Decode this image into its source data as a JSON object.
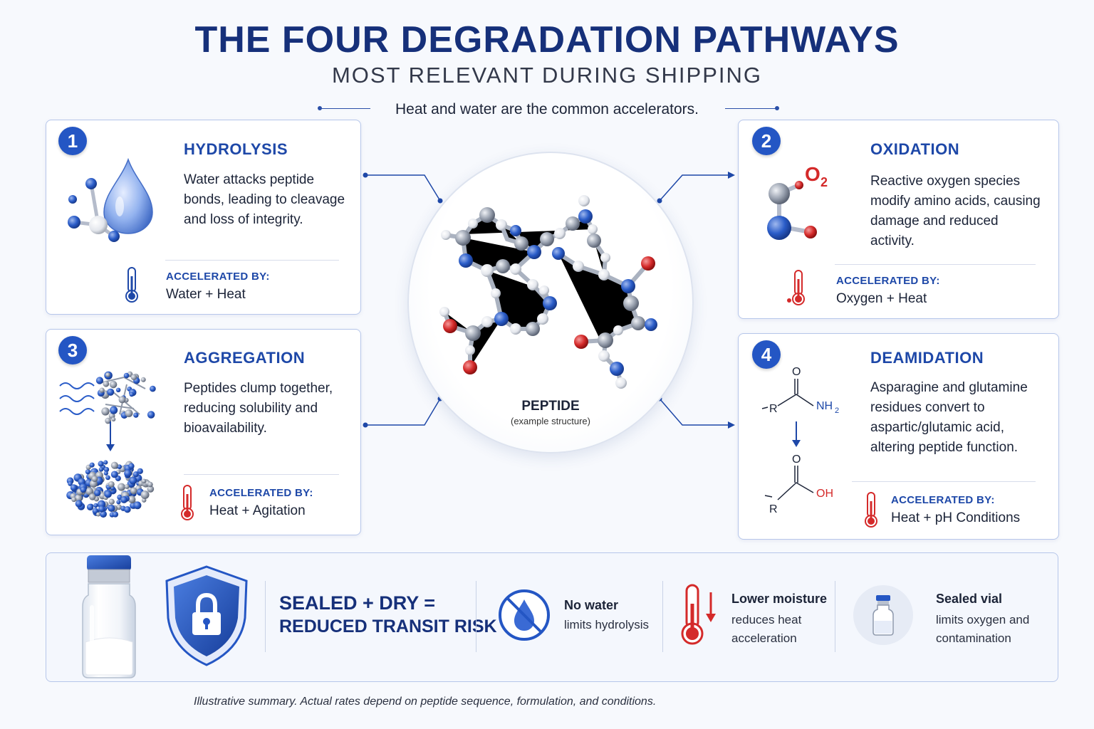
{
  "header": {
    "title": "THE FOUR DEGRADATION PATHWAYS",
    "subtitle": "MOST RELEVANT DURING SHIPPING",
    "tagline": "Heat and water are the common accelerators."
  },
  "pathways": [
    {
      "number": "1",
      "title": "HYDROLYSIS",
      "description": "Water attacks peptide bonds, leading to cleavage and loss of integrity.",
      "accelerated_label": "ACCELERATED BY:",
      "accelerated_value": "Water + Heat",
      "thermometer_color": "#1e48a8",
      "icon": "water-drop-molecule-icon"
    },
    {
      "number": "2",
      "title": "OXIDATION",
      "description": "Reactive oxygen species modify amino acids, causing damage and reduced activity.",
      "accelerated_label": "ACCELERATED BY:",
      "accelerated_value": "Oxygen + Heat",
      "thermometer_color": "#d42a2a",
      "icon": "oxygen-molecule-icon",
      "formula": "O",
      "formula_sub": "2"
    },
    {
      "number": "3",
      "title": "AGGREGATION",
      "description": "Peptides clump together, reducing solubility and bioavailability.",
      "accelerated_label": "ACCELERATED BY:",
      "accelerated_value": "Heat + Agitation",
      "thermometer_color": "#d42a2a",
      "icon": "aggregate-cluster-icon"
    },
    {
      "number": "4",
      "title": "DEAMIDATION",
      "description": "Asparagine and glutamine residues convert to aspartic/glutamic acid, altering peptide function.",
      "accelerated_label": "ACCELERATED BY:",
      "accelerated_value": "Heat + pH Conditions",
      "thermometer_color": "#d42a2a",
      "icon": "amide-to-acid-icon",
      "chem": {
        "o": "O",
        "r": "R",
        "nh": "NH",
        "nh_sub": "2",
        "oh": "OH"
      }
    }
  ],
  "center": {
    "label": "PEPTIDE",
    "sublabel": "(example structure)",
    "icon": "peptide-molecule-icon"
  },
  "bottom": {
    "headline_1": "SEALED + DRY =",
    "headline_2": "REDUCED TRANSIT RISK",
    "items": [
      {
        "bold": "No water",
        "text": "limits hydrolysis",
        "icon": "no-water-icon"
      },
      {
        "bold": "Lower moisture",
        "text": "reduces heat acceleration",
        "icon": "thermometer-down-icon"
      },
      {
        "bold": "Sealed vial",
        "text": "limits oxygen and contamination",
        "icon": "sealed-vial-icon"
      }
    ]
  },
  "footnote": "Illustrative summary. Actual rates depend on peptide sequence, formulation, and conditions.",
  "colors": {
    "accent": "#1e48a8",
    "title": "#16307a",
    "alert": "#d42a2a",
    "border": "#b6c6ea"
  }
}
